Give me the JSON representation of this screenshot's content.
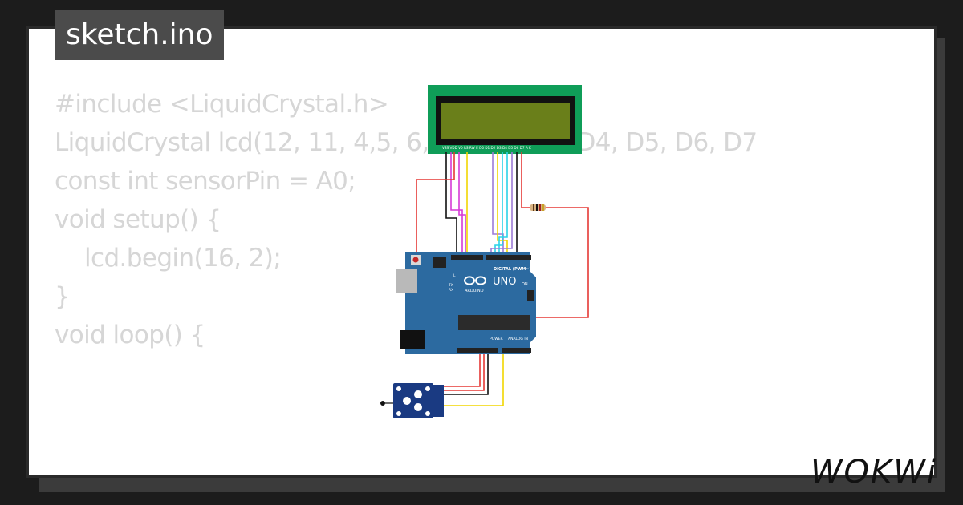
{
  "tab": {
    "filename": "sketch.ino"
  },
  "code_lines": [
    "#include <LiquidCrystal.h>",
    "LiquidCrystal lcd(12, 11, 4,5, 6, 7); // RS, E, D4, D5, D6, D7",
    "const int sensorPin = A0;",
    "",
    "void setup() {",
    "",
    "    lcd.begin(16, 2);",
    "",
    "}",
    "",
    "void loop() {"
  ],
  "board": {
    "brand": "UNO",
    "maker": "ARDUINO",
    "digital_label": "DIGITAL (PWM~)",
    "power_label": "POWER",
    "analog_label": "ANALOG IN",
    "on_label": "ON",
    "tx_label": "TX",
    "rx_label": "RX",
    "l_label": "L"
  },
  "lcd": {
    "pin_labels": "VSS VDD V0 RS RW E D0 D1 D2 D3 D4 D5 D6 D7 A K"
  },
  "logo": {
    "text": "WOKWi"
  },
  "colors": {
    "background": "#1c1c1c",
    "card": "#ffffff",
    "tab": "#4b4b4b",
    "code_text": "#d6d6d6",
    "pcb": "#2c6aa0",
    "lcd_bezel": "#0f9d58",
    "lcd_screen": "#6a7f1a",
    "sensor_board": "#1a3a82",
    "wire_red": "#e53935",
    "wire_black": "#111111",
    "wire_yellow": "#f2d600",
    "wire_magenta": "#d63ad6",
    "wire_cyan": "#2ad4e8",
    "wire_purple": "#9c7bd6"
  }
}
